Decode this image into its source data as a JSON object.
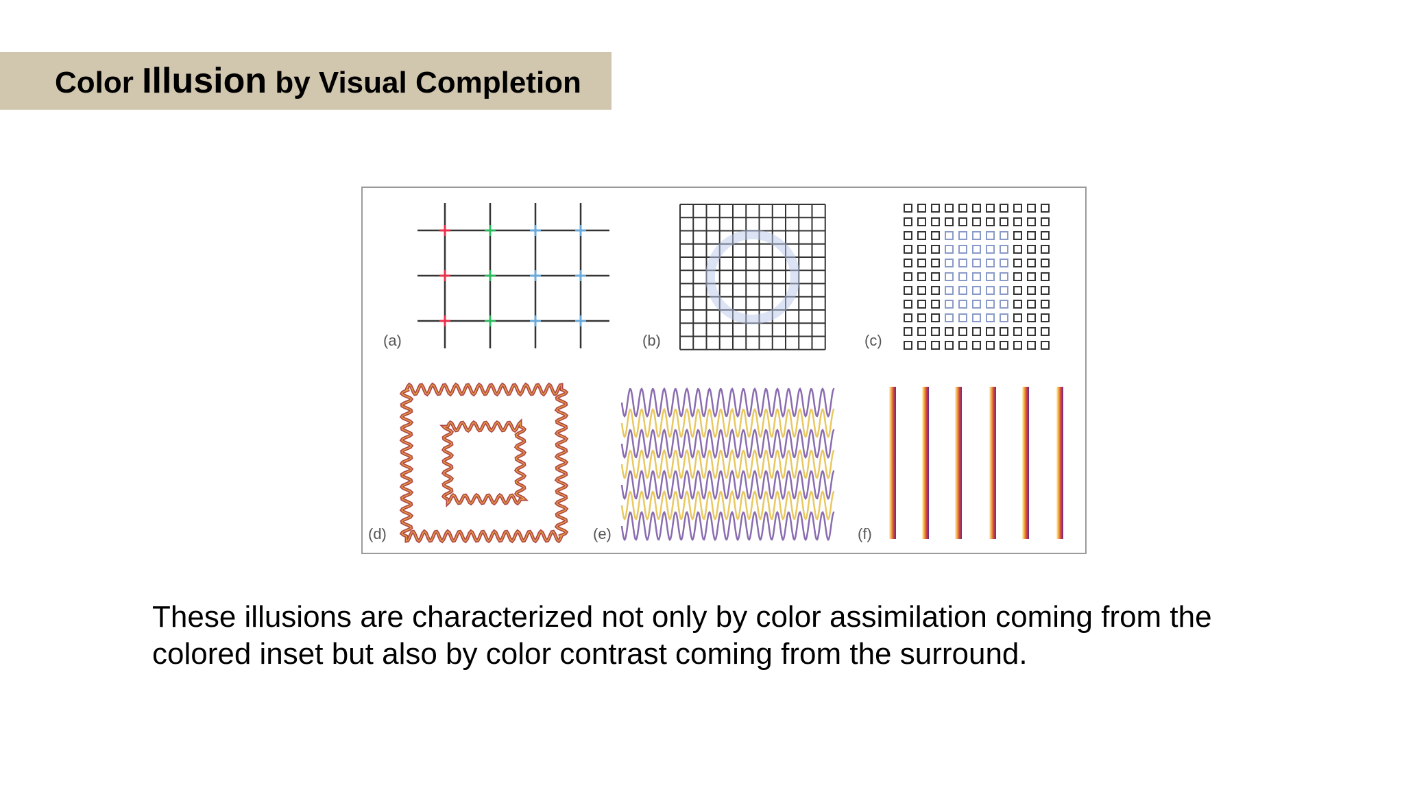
{
  "slide": {
    "title_part1": "Color ",
    "title_part2": "Illusion",
    "title_part3": " by Visual Completion",
    "caption_line1": "These illusions are characterized not only by color assimilation coming from the",
    "caption_line2": "colored inset but also by color contrast coming from the surround."
  },
  "figure": {
    "panel_labels": [
      "(a)",
      "(b)",
      "(c)",
      "(d)",
      "(e)",
      "(f)"
    ],
    "colors": {
      "title_bar": "#d1c6ae",
      "grid_line": "#333333",
      "cross_red": "#e8304a",
      "cross_green": "#30b860",
      "cross_blue": "#6aa8d8",
      "tint_blue": "#b8c8ec",
      "wave_outer": "#b04848",
      "wave_inner": "#e8a040",
      "wave_purple": "#8a6cb0",
      "wave_yellow": "#e8c860",
      "stripe_purple": "#7a3a8a",
      "stripe_orange": "#f0a030"
    }
  }
}
